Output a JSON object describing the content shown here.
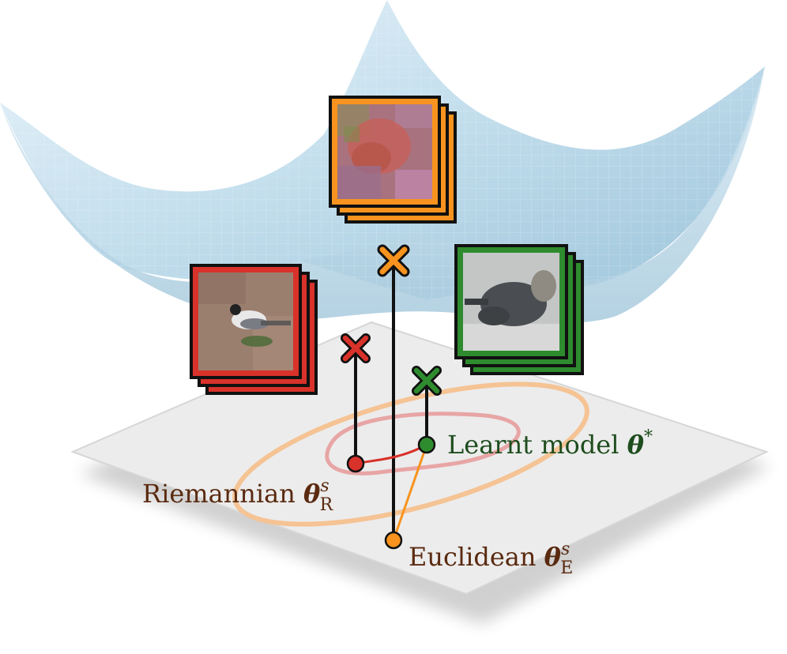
{
  "labels": {
    "learnt": {
      "text": "Learnt model ",
      "symbol": "θ",
      "sup": "*"
    },
    "riemannian": {
      "text": "Riemannian ",
      "symbol": "θ",
      "sup": "s",
      "sub": "R"
    },
    "euclidean": {
      "text": "Euclidean ",
      "symbol": "θ",
      "sup": "s",
      "sub": "E"
    }
  },
  "colors": {
    "red": "#d8322a",
    "orange": "#f7931e",
    "green": "#2e8b2e",
    "surface_light": "#e3f0f7",
    "surface_dark": "#a9cee2",
    "plane": "#eaeaea",
    "contour_outer": "#f4c08e",
    "contour_inner": "#e8a3a3"
  },
  "images": [
    {
      "name": "image-stack-bird",
      "content": "bird-photo",
      "frame": "red"
    },
    {
      "name": "image-stack-flower",
      "content": "flower-photo",
      "frame": "orange"
    },
    {
      "name": "image-stack-cat",
      "content": "cat-photo",
      "frame": "green"
    }
  ]
}
